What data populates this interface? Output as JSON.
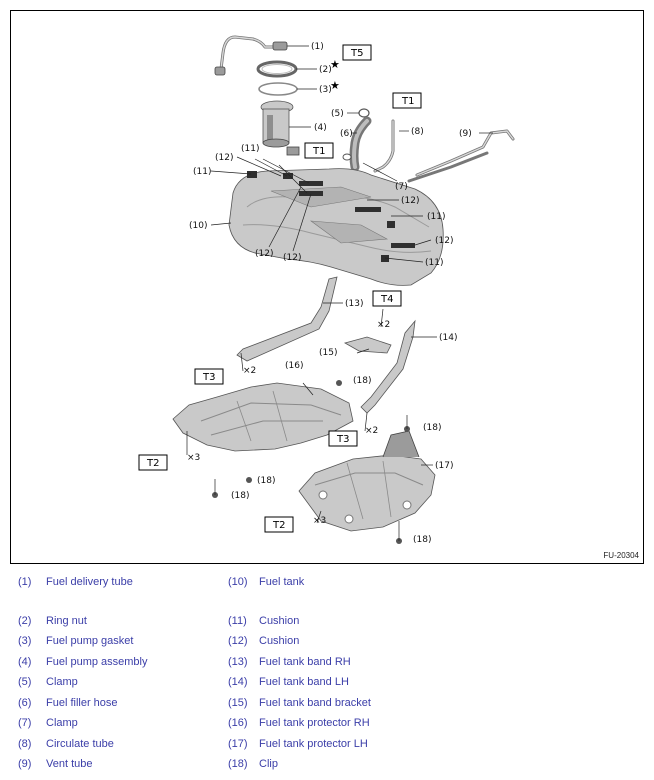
{
  "figure_id": "FU-20304",
  "callouts": {
    "c1": "(1)",
    "c2": "(2)",
    "c3": "(3)",
    "c4": "(4)",
    "c5": "(5)",
    "c6": "(6)",
    "c7": "(7)",
    "c8": "(8)",
    "c9": "(9)",
    "c10": "(10)",
    "c11a": "(11)",
    "c11b": "(11)",
    "c11c": "(11)",
    "c11d": "(11)",
    "c12a": "(12)",
    "c12b": "(12)",
    "c12c": "(12)",
    "c12d": "(12)",
    "c12e": "(12)",
    "c13": "(13)",
    "c14": "(14)",
    "c15": "(15)",
    "c16": "(16)",
    "c17": "(17)",
    "c18a": "(18)",
    "c18b": "(18)",
    "c18c": "(18)",
    "c18d": "(18)",
    "c18e": "(18)"
  },
  "torque_tags": {
    "t5": "T5",
    "t1a": "T1",
    "t1b": "T1",
    "t4": "T4",
    "t3a": "T3",
    "t3b": "T3",
    "t2a": "T2",
    "t2b": "T2"
  },
  "multipliers": {
    "m_t4": "×2",
    "m_t3a": "×2",
    "m_t3b": "×2",
    "m_t2a": "×3",
    "m_t2b": "×3"
  },
  "marks": {
    "star": "★"
  },
  "legend": [
    {
      "num": "(1)",
      "label": "Fuel delivery tube"
    },
    {
      "num": "(2)",
      "label": "Ring nut"
    },
    {
      "num": "(3)",
      "label": "Fuel pump gasket"
    },
    {
      "num": "(4)",
      "label": "Fuel pump assembly"
    },
    {
      "num": "(5)",
      "label": "Clamp"
    },
    {
      "num": "(6)",
      "label": "Fuel filler hose"
    },
    {
      "num": "(7)",
      "label": "Clamp"
    },
    {
      "num": "(8)",
      "label": "Circulate tube"
    },
    {
      "num": "(9)",
      "label": "Vent tube"
    },
    {
      "num": "(10)",
      "label": "Fuel tank"
    },
    {
      "num": "(11)",
      "label": "Cushion"
    },
    {
      "num": "(12)",
      "label": "Cushion"
    },
    {
      "num": "(13)",
      "label": "Fuel tank band RH"
    },
    {
      "num": "(14)",
      "label": "Fuel tank band LH"
    },
    {
      "num": "(15)",
      "label": "Fuel tank band bracket"
    },
    {
      "num": "(16)",
      "label": "Fuel tank protector RH"
    },
    {
      "num": "(17)",
      "label": "Fuel tank protector LH"
    },
    {
      "num": "(18)",
      "label": "Clip"
    }
  ]
}
